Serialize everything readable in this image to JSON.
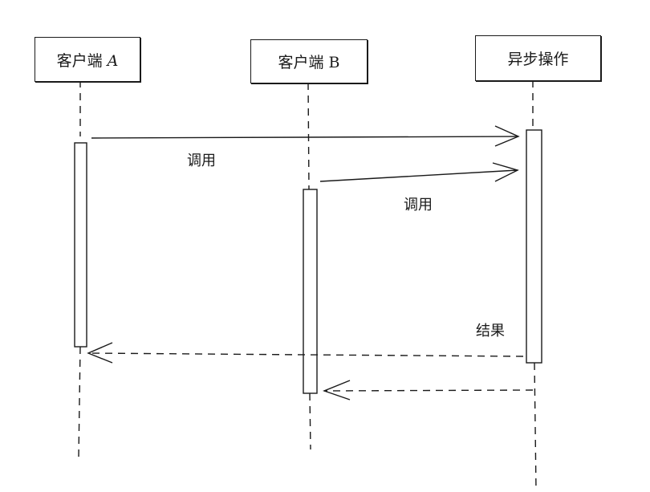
{
  "actors": [
    {
      "id": "a",
      "label": "客户端",
      "suffix": "A"
    },
    {
      "id": "b",
      "label": "客户端",
      "suffix": "B"
    },
    {
      "id": "async",
      "label": "异步操作",
      "suffix": ""
    }
  ],
  "messages": [
    {
      "from": "客户端 A",
      "to": "异步操作",
      "label": "调用",
      "style": "solid"
    },
    {
      "from": "客户端 B",
      "to": "异步操作",
      "label": "调用",
      "style": "solid"
    },
    {
      "from": "异步操作",
      "to": "客户端 A",
      "label": "结果",
      "style": "dashed"
    },
    {
      "from": "异步操作",
      "to": "客户端 B",
      "label": "",
      "style": "dashed"
    }
  ],
  "colors": {
    "stroke": "#1a1a1a",
    "background": "#ffffff"
  }
}
